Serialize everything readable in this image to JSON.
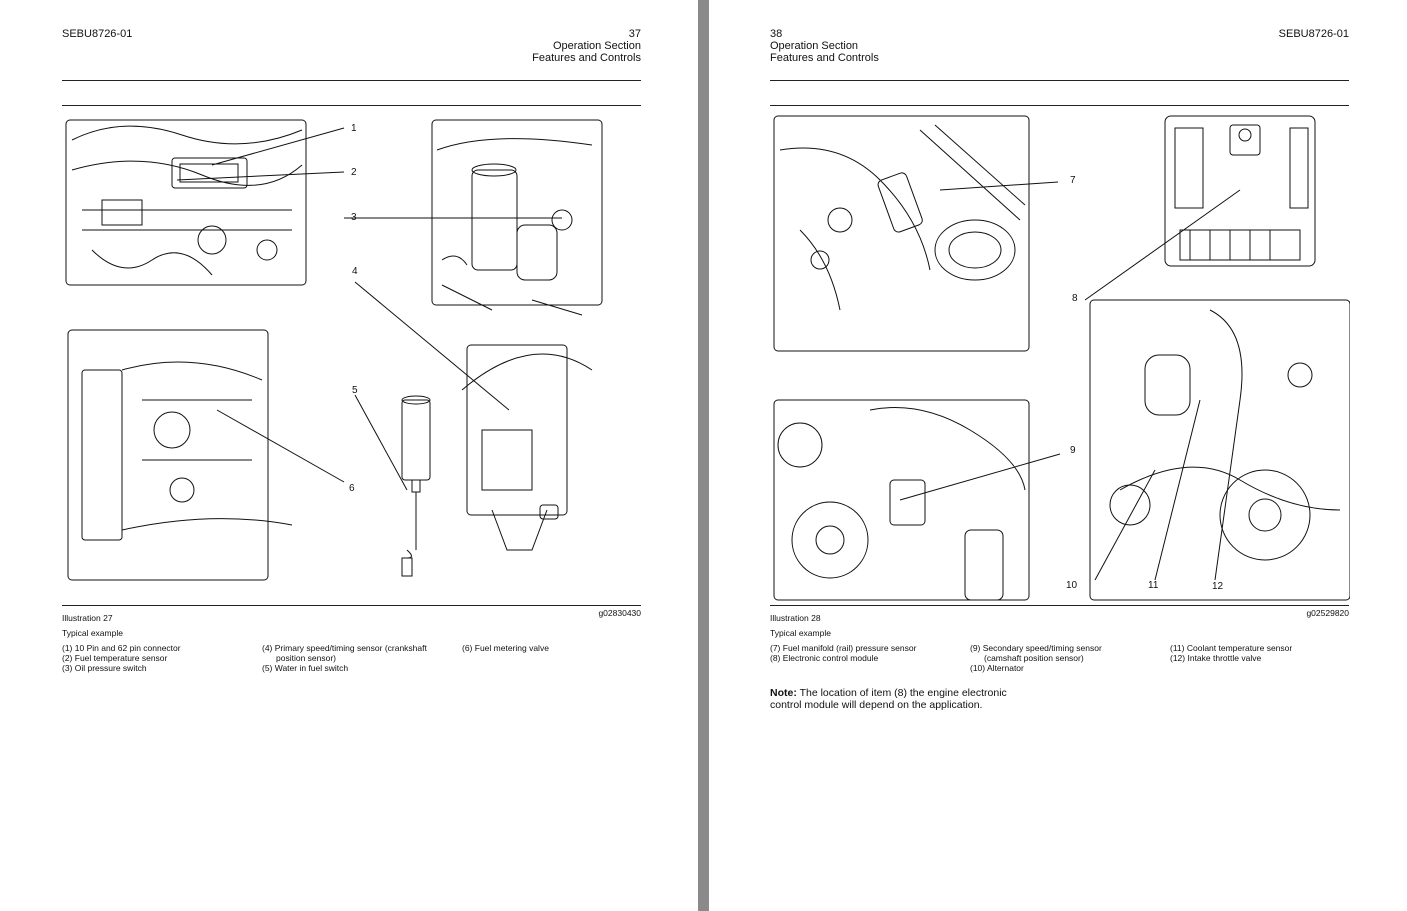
{
  "left_page": {
    "doc_id": "SEBU8726-01",
    "page_number": "37",
    "section": "Operation Section",
    "subsection": "Features and Controls",
    "callouts": [
      "1",
      "2",
      "3",
      "4",
      "5",
      "6"
    ],
    "illustration_label": "Illustration 27",
    "illustration_code": "g02830430",
    "caption": "Typical example",
    "legend": [
      [
        "(1) 10 Pin and 62 pin connector",
        "(2) Fuel temperature sensor",
        "(3) Oil pressure switch"
      ],
      [
        "(4) Primary speed/timing sensor (crankshaft",
        "position sensor)",
        "(5) Water in fuel switch"
      ],
      [
        "(6) Fuel metering valve"
      ]
    ]
  },
  "right_page": {
    "doc_id": "SEBU8726-01",
    "page_number": "38",
    "section": "Operation Section",
    "subsection": "Features and Controls",
    "callouts": [
      "7",
      "8",
      "9",
      "10",
      "11",
      "12"
    ],
    "illustration_label": "Illustration 28",
    "illustration_code": "g02529820",
    "caption": "Typical example",
    "legend": [
      [
        "(7) Fuel manifold (rail) pressure sensor",
        "(8) Electronic control module"
      ],
      [
        "(9) Secondary speed/timing sensor",
        "(camshaft position sensor)",
        "(10) Alternator"
      ],
      [
        "(11) Coolant temperature sensor",
        "(12) Intake throttle valve"
      ]
    ],
    "note_label": "Note:",
    "note_text_line1": "The location of item (8) the engine electronic",
    "note_text_line2": "control module will depend on the application."
  }
}
